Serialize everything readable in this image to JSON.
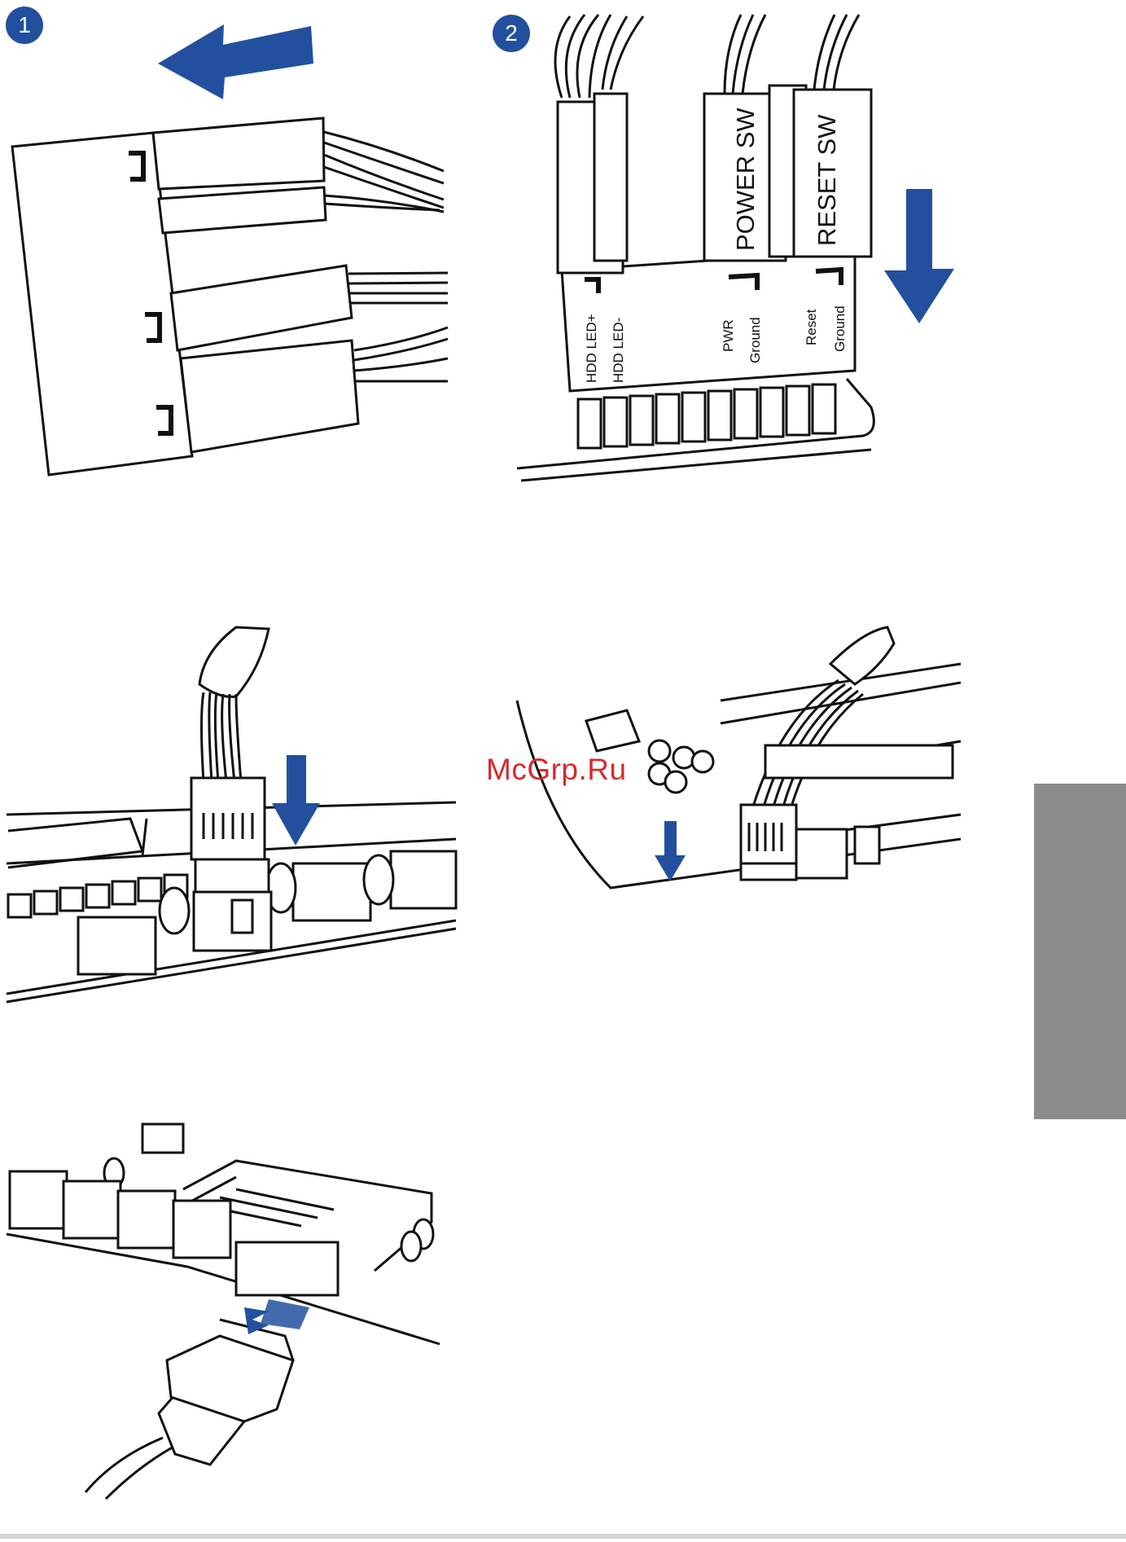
{
  "steps": [
    {
      "number": "1"
    },
    {
      "number": "2"
    }
  ],
  "panel_2": {
    "cable_labels": [
      "POWER SW",
      "RESET SW"
    ],
    "header_labels": {
      "hdd_led_plus": "HDD LED+",
      "hdd_led_minus": "HDD LED-",
      "pwr": "PWR",
      "pwr_ground": "Ground",
      "reset": "Reset",
      "reset_ground": "Ground"
    }
  },
  "watermark": "McGrp.Ru",
  "colors": {
    "accent_blue": "#22509f",
    "side_tab_gray": "#8c8c8c",
    "watermark_red": "#d42b2b"
  }
}
